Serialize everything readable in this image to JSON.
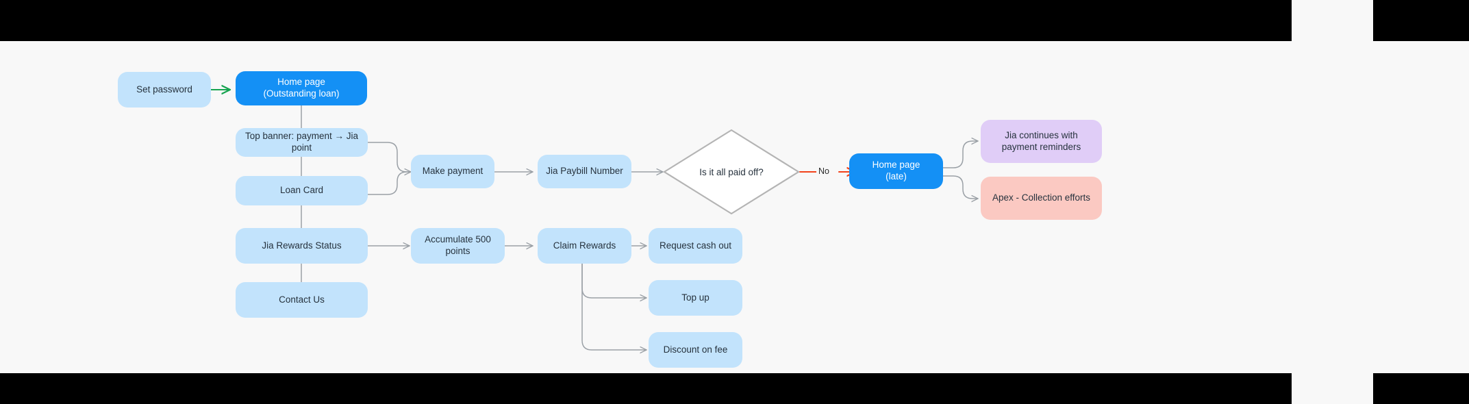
{
  "canvas": {
    "background": "#f8f8f8",
    "letterbox_color": "#000000"
  },
  "palette": {
    "node_light": "#c2e3fc",
    "node_primary": "#1490f5",
    "node_purple": "#e0cdf7",
    "node_pink": "#fbc9c2",
    "edge_gray": "#9aa0a6",
    "edge_green": "#17a450",
    "edge_red": "#f2421b",
    "text_dark": "#26323d",
    "text_light": "#ffffff"
  },
  "nodes": {
    "set_password": "Set password",
    "home_outstanding": "Home page\n(Outstanding loan)",
    "top_banner": "Top banner: payment → Jia point",
    "loan_card": "Loan Card",
    "make_payment": "Make payment",
    "jia_paybill": "Jia Paybill Number",
    "decision_paid_off": "Is it all paid off?",
    "home_late": "Home page\n(late)",
    "jia_reminders": "Jia continues with payment reminders",
    "apex_collection": "Apex - Collection efforts",
    "jia_rewards_status": "Jia Rewards Status",
    "accumulate_points": "Accumulate 500 points",
    "claim_rewards": "Claim Rewards",
    "request_cash_out": "Request cash out",
    "top_up": "Top up",
    "discount_on_fee": "Discount on fee",
    "contact_us": "Contact Us"
  },
  "edge_labels": {
    "no": "No"
  }
}
